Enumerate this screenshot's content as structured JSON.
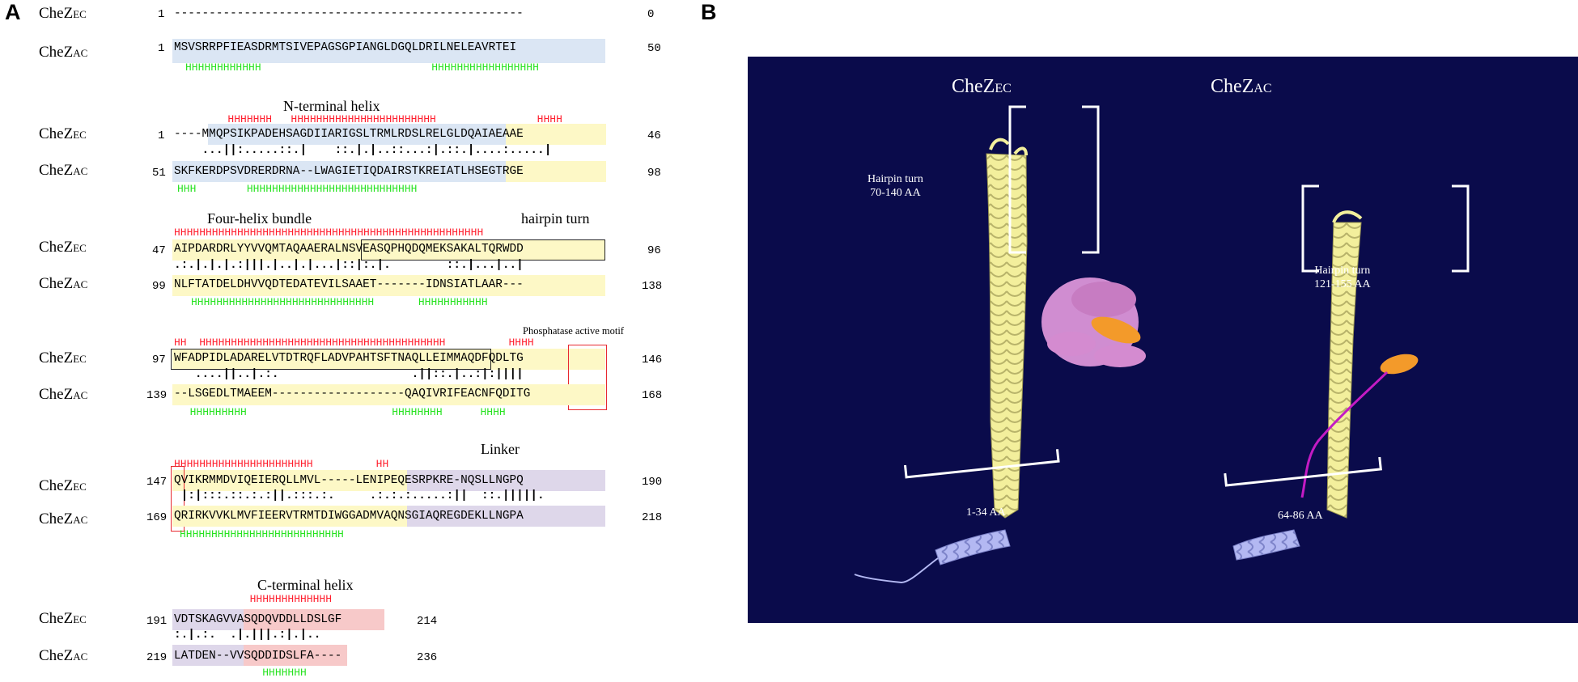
{
  "panels": {
    "a_label": "A",
    "b_label": "B"
  },
  "panel_a": {
    "blocks": [
      {
        "header": "",
        "rows": [
          {
            "kind": "name",
            "base": "CheZ",
            "sub": "EC"
          },
          {
            "kind": "seq",
            "start": "1",
            "text": "--------------------------------------------------",
            "end": "0"
          },
          {
            "kind": "name",
            "base": "CheZ",
            "sub": "AC"
          },
          {
            "kind": "seq",
            "start": "1",
            "text": "MSVSRRPFIEASDRMTSIVEPAGSGPIANGLDGQLDRILNELEAVRTEI",
            "end": "50"
          },
          {
            "kind": "ss",
            "text": "HHHHHHHHHHHH                           HHHHHHHHHHHHHHHHH"
          }
        ]
      },
      {
        "header": "N-terminal helix",
        "ss_top": "        HHHHHHH   HHHHHHHHHHHHHHHHHHHHHHH                HHHH",
        "name1": {
          "base": "CheZ",
          "sub": "EC"
        },
        "start1": "1",
        "seq1": "----MMQPSIKPADEHSAGDIIARIGSLTRMLRDSLRELGLDQAIAEAAE",
        "end1": "46",
        "match": "    ...||:.....::.|    ::.|.|..::...:|.::.|....:.....|",
        "name2": {
          "base": "CheZ",
          "sub": "AC"
        },
        "start2": "51",
        "seq2": "SKFKERDPSVDRERDRNA--LWAGIETIQDAIRSTKREIATLHSEGTRGE",
        "end2": "98",
        "ss_bottom": "HHH        HHHHHHHHHHHHHHHHHHHHHHHHHHH"
      },
      {
        "header": "Four-helix bundle",
        "header2": "hairpin turn",
        "ss_top": "HHHHHHHHHHHHHHHHHHHHHHHHHHHHHHHHHHHHHHHHHHHHHHHHH",
        "name1": {
          "base": "CheZ",
          "sub": "EC"
        },
        "start1": "47",
        "seq1": "AIPDARDRLYYVVQMTAQAAERALNSVEASQPHQDQMEKSAKALTQRWDD",
        "end1": "96",
        "match": ".:.|.|.|.:|||.|..|.|...|::|:.|.        ::.|...|..|",
        "name2": {
          "base": "CheZ",
          "sub": "AC"
        },
        "start2": "99",
        "seq2": "NLFTATDELDHVVQDTEDATEVILSAAET-------IDNSIATLAAR---",
        "end2": "138",
        "ss_bottom": "HHHHHHHHHHHHHHHHHHHHHHHHHHHHH       HHHHHHHHHHH"
      },
      {
        "header": "",
        "header2": "Phosphatase active motif",
        "ss_top": "HH  HHHHHHHHHHHHHHHHHHHHHHHHHHHHHHHHHHHHHHH          HHHH",
        "name1": {
          "base": "CheZ",
          "sub": "EC"
        },
        "start1": "97",
        "seq1": "WFADPIDLADARELVTDTRQFLADVPAHTSFTNAQLLEIMMAQDFQDLTG",
        "end1": "146",
        "match": "   ....||..|.:.                   .||::.|..:|:||||",
        "name2": {
          "base": "CheZ",
          "sub": "AC"
        },
        "start2": "139",
        "seq2": "--LSGEDLTMAEEM-------------------QAQIVRIFEACNFQDITG",
        "end2": "168",
        "ss_bottom": "  HHHHHHHHH                       HHHHHHHH      HHHH"
      },
      {
        "header": "Linker",
        "ss_top": "HHHHHHHHHHHHHHHHHHHHHH          HH",
        "name1": {
          "base": "CheZ",
          "sub": "EC"
        },
        "start1": "147",
        "seq1": "QVIKRMMDVIQEIERQLLMVL-----LENIPEQESRPKRE-NQSLLNGPQ",
        "end1": "190",
        "match": " |:|:::.::.:.:||.:::.:.     .:.:.:.....:||  ::.|||||.",
        "name2": {
          "base": "CheZ",
          "sub": "AC"
        },
        "start2": "169",
        "seq2": "QRIRKVVKLMVFIEERVTRMTDIWGGADMVAQNSGIAQREGDEKLLNGPA",
        "end2": "218",
        "ss_bottom": "HHHHHHHHHHHHHHHHHHHHHHHHHH"
      },
      {
        "header": "C-terminal helix",
        "ss_top": "            HHHHHHHHHHHHH",
        "name1": {
          "base": "CheZ",
          "sub": "EC"
        },
        "start1": "191",
        "seq1": "VDTSKAGVVASQDQVDDLLDSLGF",
        "end1": "214",
        "match": ":.|.:.  .|.|||.:|.|..",
        "name2": {
          "base": "CheZ",
          "sub": "AC"
        },
        "start2": "219",
        "seq2": "LATDEN--VVSQDDIDSLFA----",
        "end2": "236",
        "ss_bottom": "              HHHHHHH"
      }
    ]
  },
  "panel_b": {
    "left_title": {
      "base": "CheZ",
      "sub": "EC"
    },
    "right_title": {
      "base": "CheZ",
      "sub": "AC"
    },
    "left_hairpin": [
      "Hairpin turn",
      "70-140 AA"
    ],
    "right_hairpin": [
      "Hairpin turn",
      "121-155 AA"
    ],
    "left_range": "1-34 AA",
    "right_range": "64-86 AA",
    "colors": {
      "background": "#0a0b4b",
      "helix_yellow": "#f3ef9c",
      "helix_blue": "#b3b8f2",
      "helix_pink": "#e69be0",
      "helix_orange": "#f39a2a",
      "loop_purple": "#c41bc4"
    }
  }
}
